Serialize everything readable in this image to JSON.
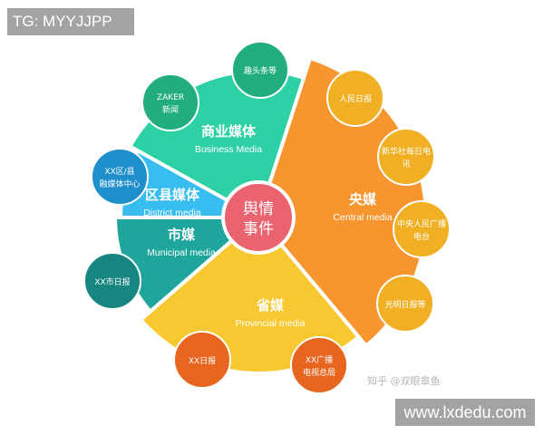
{
  "top_tag": "TG: MYYJJPP",
  "site_label": "www.lxdedu.com",
  "watermark": "知乎 @双眼章鱼",
  "center": {
    "line1": "舆情",
    "line2": "事件",
    "color": "#ea6470"
  },
  "segments": [
    {
      "id": "central",
      "title": "央媒",
      "subtitle": "Central media",
      "color": "#f7952e",
      "bubble_color": "#f1b024",
      "bubbles": [
        [
          "人民日报"
        ],
        [
          "新华社每日电",
          "讯"
        ],
        [
          "中央人民广播",
          "电台"
        ],
        [
          "光明日报等"
        ]
      ]
    },
    {
      "id": "provincial",
      "title": "省媒",
      "subtitle": "Provincial media",
      "color": "#f8c830",
      "bubble_color": "#e7651f",
      "bubbles": [
        [
          "XX日报"
        ],
        [
          "XX广播",
          "电视总局"
        ]
      ]
    },
    {
      "id": "municipal",
      "title": "市媒",
      "subtitle": "Municipal media",
      "color": "#1ea69c",
      "bubble_color": "#178680",
      "bubbles": [
        [
          "XX市日报"
        ]
      ]
    },
    {
      "id": "district",
      "title": "区县媒体",
      "subtitle": "District media",
      "color": "#38bdf0",
      "bubble_color": "#1f8fcb",
      "bubbles": [
        [
          "XX区/县",
          "融媒体中心"
        ]
      ]
    },
    {
      "id": "business",
      "title": "商业媒体",
      "subtitle": "Business Media",
      "color": "#2ed1a5",
      "bubble_color": "#22ad80",
      "bubbles": [
        [
          "ZAKER",
          "新闻"
        ],
        [
          "趣头条等"
        ]
      ]
    }
  ]
}
